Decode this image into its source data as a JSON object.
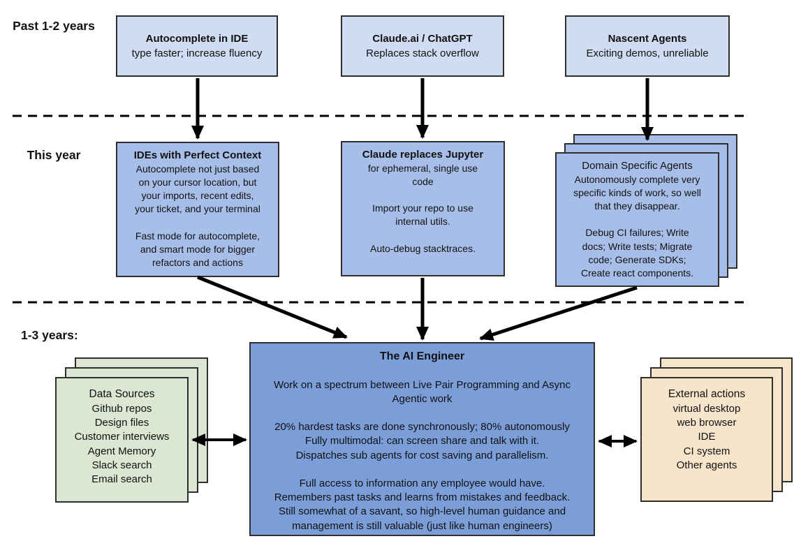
{
  "colors": {
    "top_box": "#cfdcf1",
    "mid_box": "#a7bfe8",
    "main_box": "#7b9ed9",
    "green_box": "#dbe6d3",
    "tan_box": "#f6e5ca",
    "border": "#2e2e2e",
    "arrow": "#000000"
  },
  "row_labels": {
    "past": "Past 1-2 years",
    "present": "This year",
    "future": "1-3 years:"
  },
  "top_row": [
    {
      "title": "Autocomplete in IDE",
      "body": "type faster; increase fluency"
    },
    {
      "title": "Claude.ai / ChatGPT",
      "body": "Replaces stack overflow"
    },
    {
      "title": "Nascent Agents",
      "body": "Exciting demos, unreliable"
    }
  ],
  "middle_row": [
    {
      "title": "IDEs with Perfect Context",
      "p1": "Autocomplete not just based\non your cursor location, but\nyour imports, recent edits,\nyour ticket, and your terminal",
      "p2": "Fast mode for autocomplete,\nand smart mode for bigger\nrefactors and actions"
    },
    {
      "title": "Claude replaces Jupyter",
      "p1": "for ephemeral, single use\ncode",
      "p2": "Import your repo to use\ninternal utils.",
      "p3": "Auto-debug stacktraces."
    },
    {
      "title": "Domain Specific Agents",
      "p1": "Autonomously complete very\nspecific kinds of work, so well\nthat they disappear.",
      "p2": "Debug CI failures; Write\ndocs; Write tests; Migrate\ncode; Generate SDKs;\nCreate react components."
    }
  ],
  "ai_engineer": {
    "title": "The AI Engineer",
    "p1": "Work on a spectrum between Live Pair Programming and Async\nAgentic work",
    "p2": "20% hardest tasks are done synchronously; 80% autonomously\nFully multimodal: can screen share and talk with it.\nDispatches sub agents for cost saving and parallelism.",
    "p3": "Full access to information any employee would have.\nRemembers past tasks and learns from mistakes and feedback.\nStill somewhat of a savant, so high-level human guidance and\nmanagement is still valuable (just like human engineers)"
  },
  "data_sources": {
    "title": "Data Sources",
    "items": [
      "Github repos",
      "Design files",
      "Customer interviews",
      "Agent Memory",
      "Slack search",
      "Email search"
    ]
  },
  "external_actions": {
    "title": "External actions",
    "items": [
      "virtual desktop",
      "web browser",
      "IDE",
      "CI system",
      "Other agents"
    ]
  }
}
